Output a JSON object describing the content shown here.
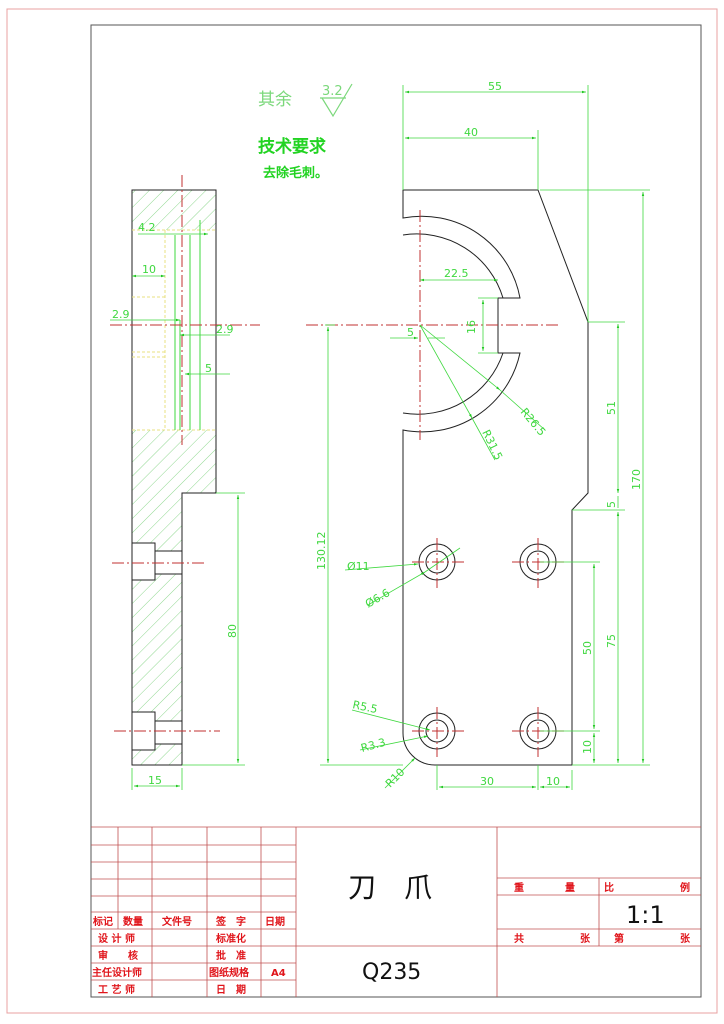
{
  "sheet": {
    "outer_border_color": "#e8a0a0",
    "inner_border_color": "#555555",
    "outline_color": "#222222",
    "dimension_color": "#3fd83f",
    "centerline_color": "#c03030",
    "hidden_line_color": "#e8e080",
    "hatch_color": "#90d890",
    "titleblock_line_color": "#c05050",
    "titleblock_label_color": "#e0141a"
  },
  "notes": {
    "surface_roughness_prefix": "其余",
    "surface_roughness_value": "3.2",
    "tech_requirements_title": "技术要求",
    "tech_requirements_body": "去除毛刺。"
  },
  "side_view": {
    "dimensions": {
      "top_inner_width": "4.2",
      "groove_depth": "10",
      "left_offset": "2.9",
      "right_offset": "2.9",
      "slot_width": "5",
      "lower_height": "80",
      "thickness": "15"
    }
  },
  "front_view": {
    "dimensions": {
      "overall_width": "55",
      "top_width": "40",
      "overall_height": "170",
      "arc_offset": "22.5",
      "slot_height": "16",
      "center_offset": "5",
      "inner_radius": "R26.5",
      "outer_radius": "R31.5",
      "center_height": "130.12",
      "step_height": "51",
      "step_chamfer": "5",
      "hole_span_vertical": "75",
      "hole_pitch_vertical": "50",
      "hole_bottom_offset": "10",
      "counterbore_dia": "Ø11",
      "hole_dia": "Ø6.6",
      "counterbore_radius": "R5.5",
      "hole_radius": "R3.3",
      "corner_radius": "R10",
      "hole_pitch_horizontal": "30",
      "hole_right_offset": "10"
    }
  },
  "title_block": {
    "headers": {
      "mark": "标记",
      "quantity": "数量",
      "document_no": "文件号",
      "signature": "签　字",
      "date": "日期"
    },
    "rows": [
      {
        "left": "设 计 师",
        "right": "标准化",
        "value": ""
      },
      {
        "left": "审　　核",
        "right": "批　准",
        "value": ""
      },
      {
        "left": "主任设计师",
        "right": "图纸规格",
        "value": "A4"
      },
      {
        "left": "工 艺 师",
        "right": "日　期",
        "value": ""
      }
    ],
    "part_name": "刀　爪",
    "material": "Q235",
    "weight_label_1": "重",
    "weight_label_2": "量",
    "scale_label_1": "比",
    "scale_label_2": "例",
    "scale_value": "1:1",
    "total_label_1": "共",
    "total_label_2": "张",
    "sheet_label_1": "第",
    "sheet_label_2": "张"
  }
}
